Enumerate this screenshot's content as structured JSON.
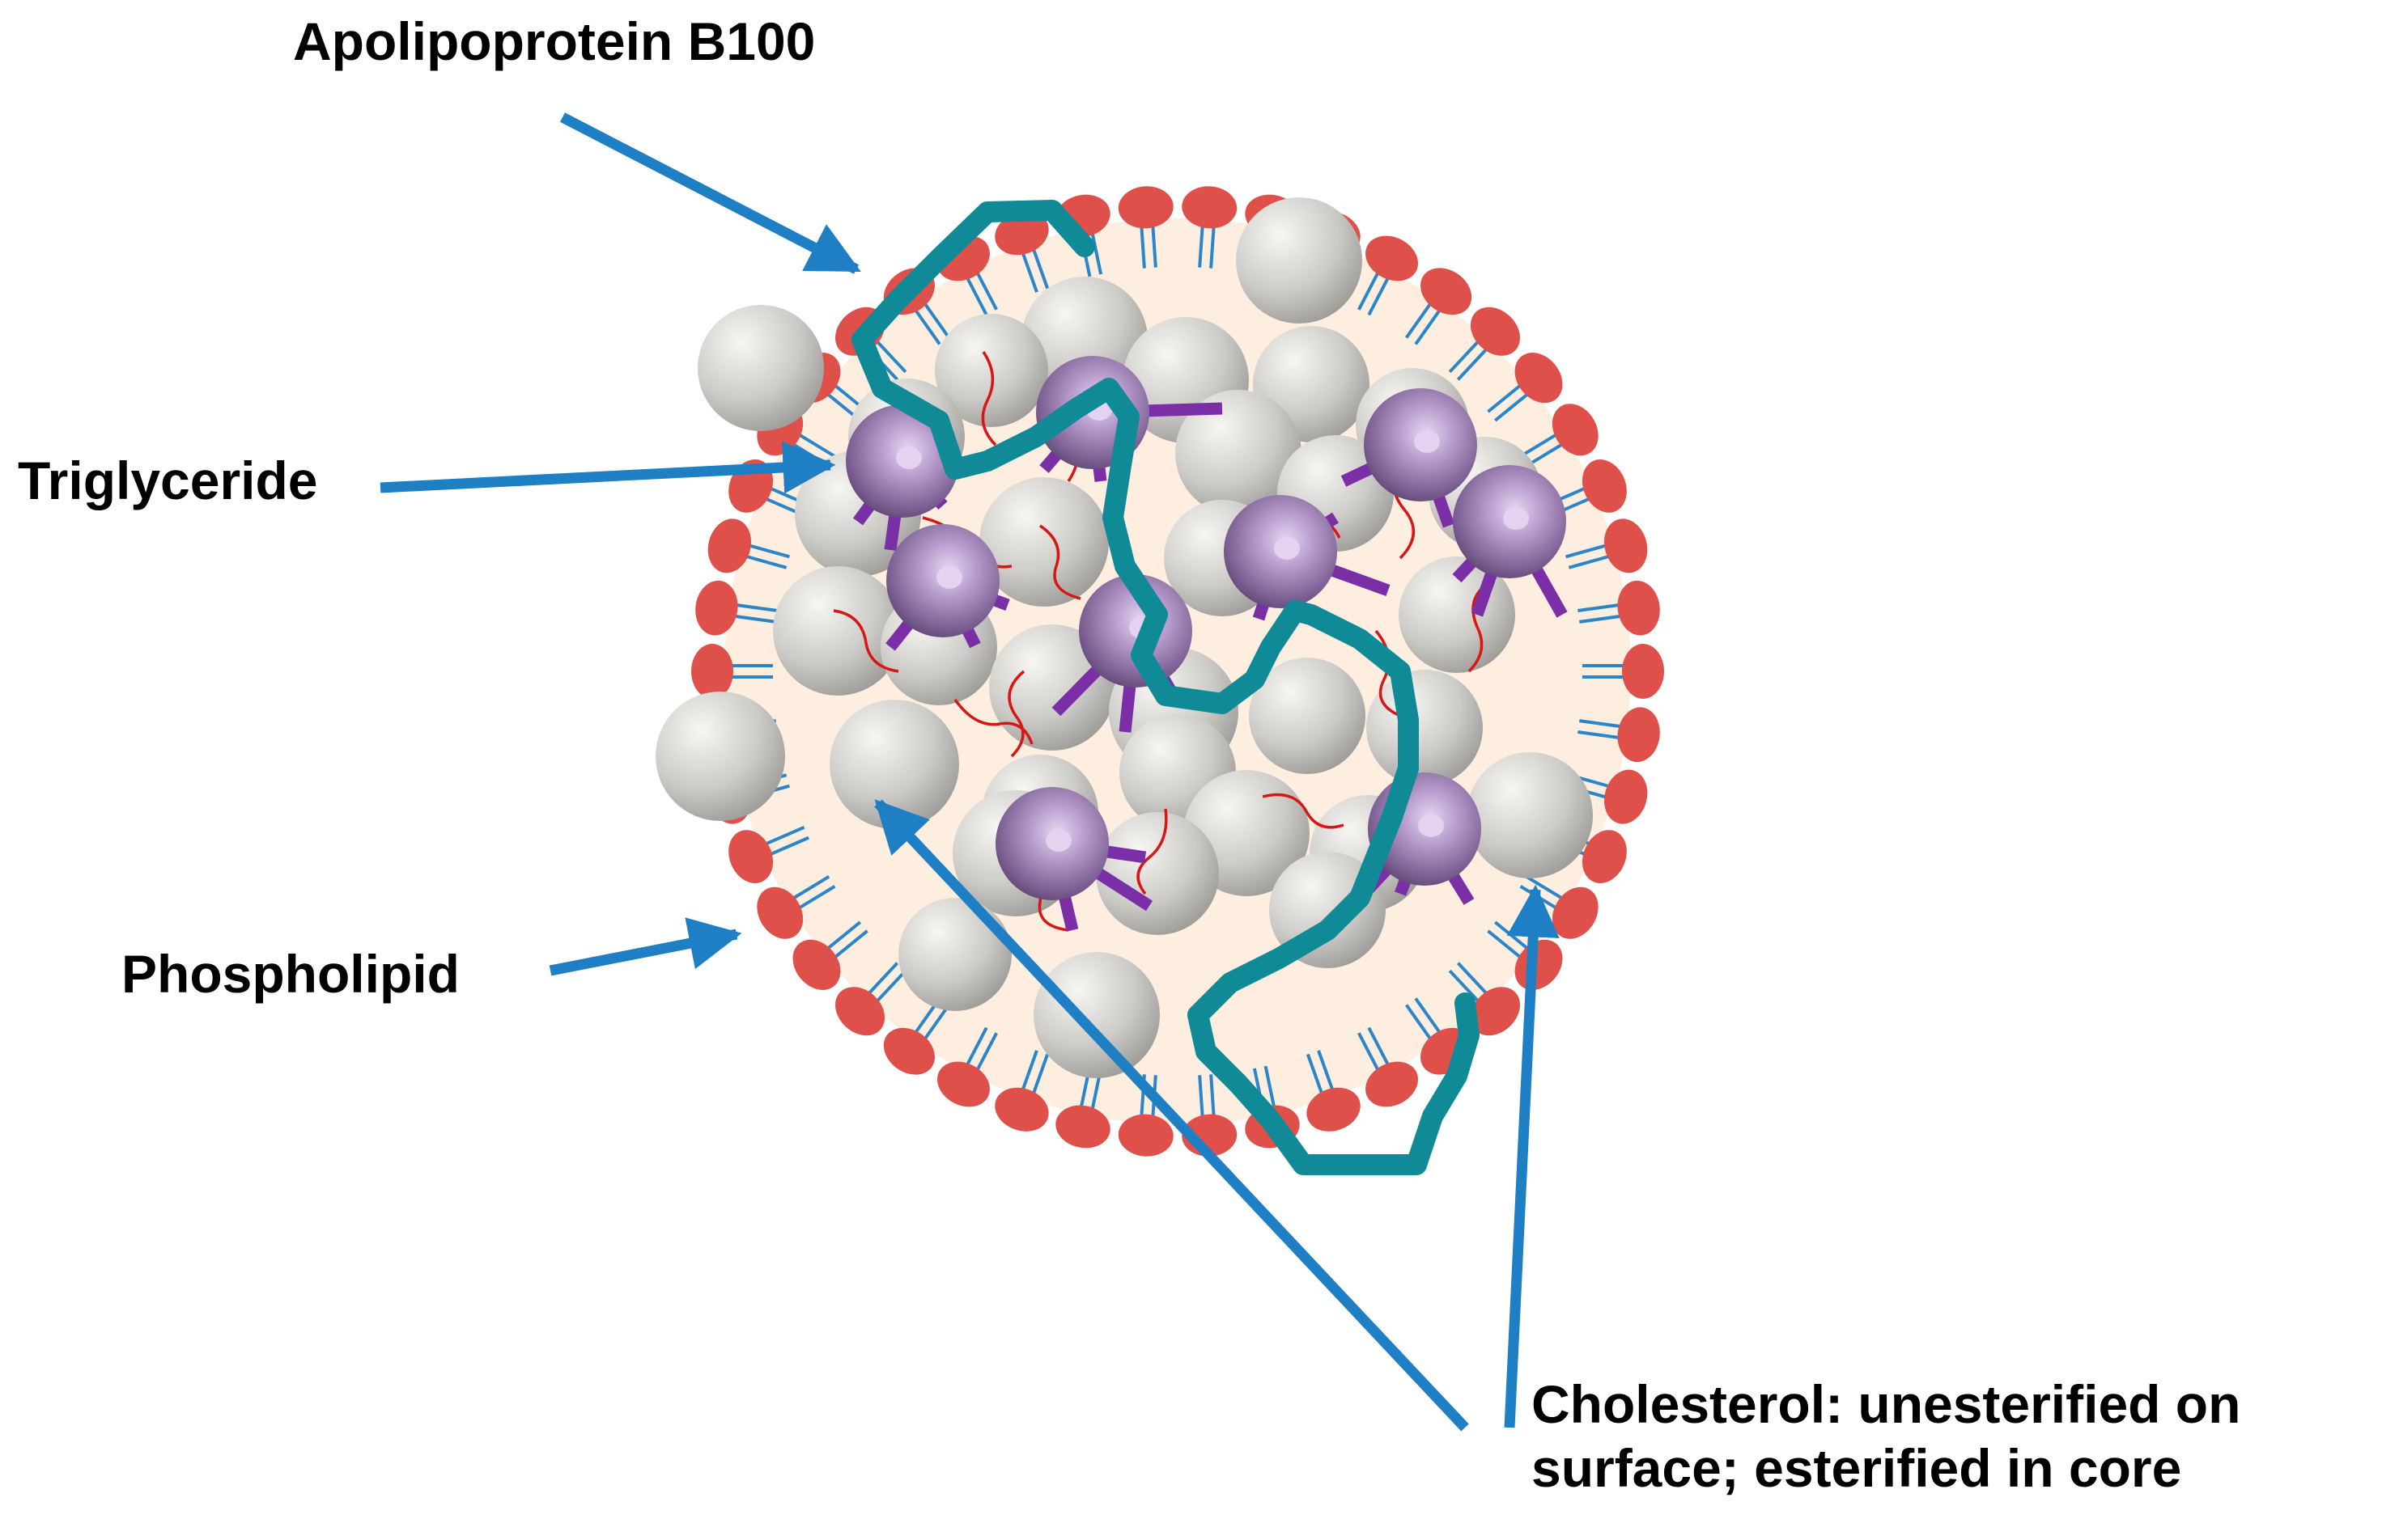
{
  "labels": {
    "apolipoprotein": "Apolipoprotein B100",
    "triglyceride": "Triglyceride",
    "phospholipid": "Phospholipid",
    "cholesterol_line1": "Cholesterol: unesterified on",
    "cholesterol_line2": "surface; esterified in core"
  },
  "colors": {
    "arrow": "#1f7fc4",
    "phospholipid_head": "#e0504a",
    "phospholipid_tail": "#2a86c9",
    "apoB100_strand": "#0f8a96",
    "triglyceride_core": "#8e6aa8",
    "triglyceride_arm": "#7a2fa6",
    "fatty_chain": "#d81616",
    "cholesterol_sphere": "#c9c7c3",
    "core_fill": "#fdeee0"
  },
  "icons": [
    "lipoprotein-particle"
  ]
}
